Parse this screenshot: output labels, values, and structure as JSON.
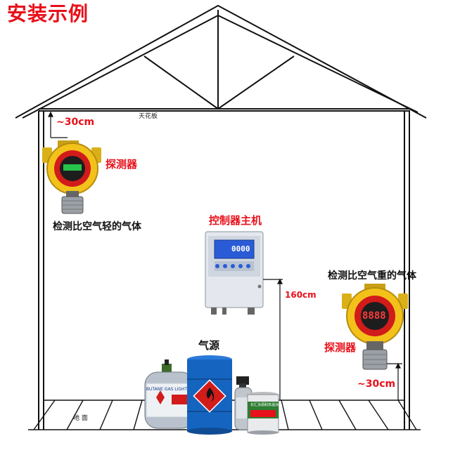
{
  "title": "安装示例",
  "labels": {
    "ceiling": "天花板",
    "floor": "地 面",
    "dist_top": "~30cm",
    "dist_bottom": "~30cm",
    "dist_controller": "160cm",
    "detector_left": "探测器",
    "detector_right": "探测器",
    "light_gas": "检测比空气轻的气体",
    "heavy_gas": "检测比空气重的气体",
    "controller": "控制器主机",
    "gas_source": "气源"
  },
  "device_text": {
    "controller_display": "0000",
    "detector_right_display": "8888",
    "cylinder_label": "BUTANE GAS LIGHTER",
    "can_label": "长汇泳源耐高温涂料"
  },
  "colors": {
    "accent_red": "#e8101a",
    "detector_yellow": "#f3c21a",
    "barrel_blue": "#1565c0",
    "cylinder_gray": "#b9c2cc",
    "screen_blue": "#2a5bd7"
  }
}
